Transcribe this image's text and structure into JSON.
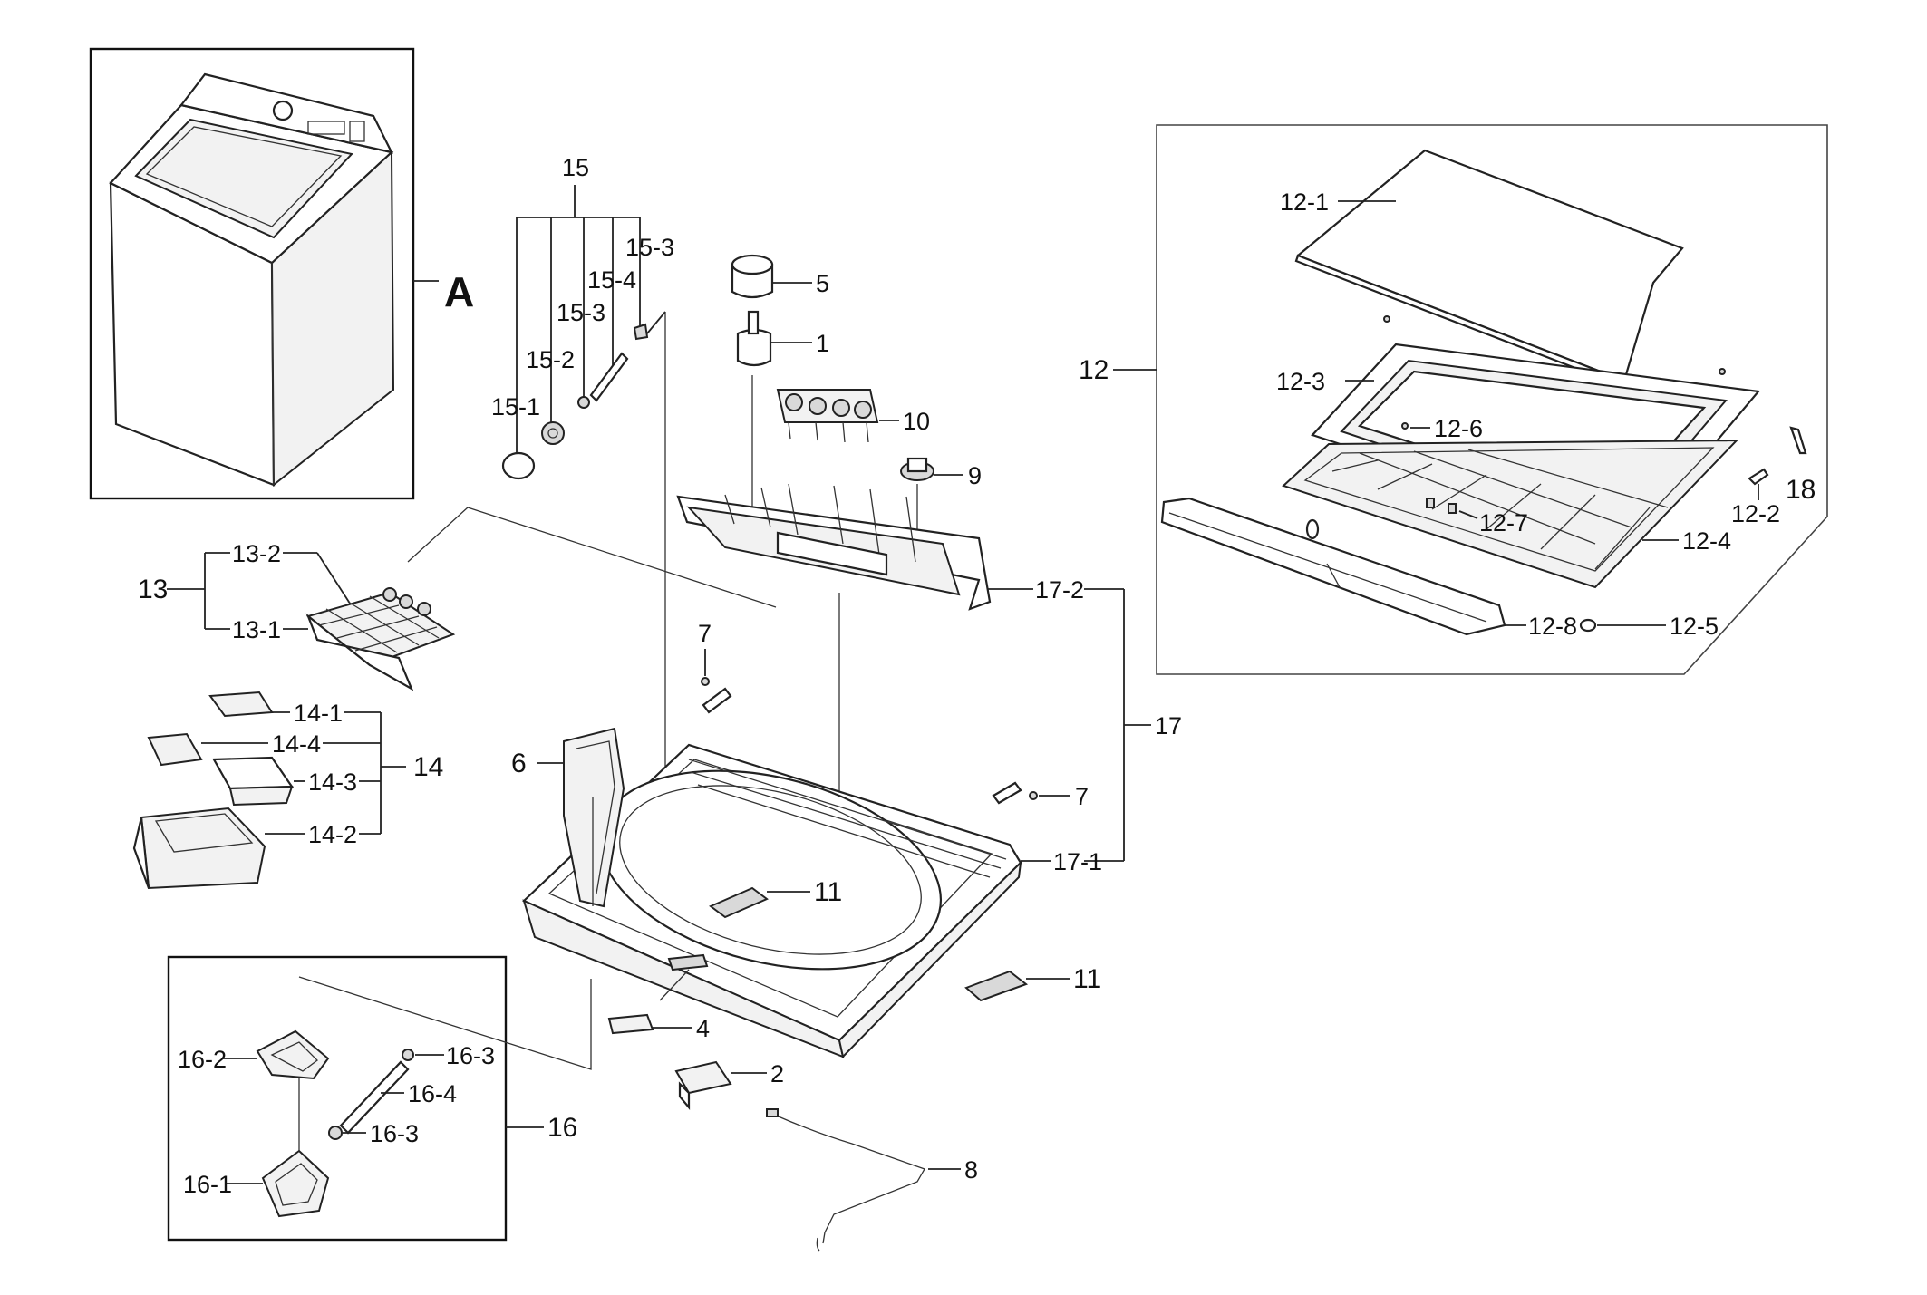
{
  "diagram": {
    "callouts": {
      "a": "A",
      "p1": "1",
      "p2": "2",
      "p4": "4",
      "p5": "5",
      "p6": "6",
      "p7a": "7",
      "p7b": "7",
      "p8": "8",
      "p9": "9",
      "p10": "10",
      "p11a": "11",
      "p11b": "11",
      "p12": "12",
      "p12_1": "12-1",
      "p12_2": "12-2",
      "p12_3": "12-3",
      "p12_4": "12-4",
      "p12_5": "12-5",
      "p12_6": "12-6",
      "p12_7": "12-7",
      "p12_8": "12-8",
      "p13": "13",
      "p13_1": "13-1",
      "p13_2": "13-2",
      "p14": "14",
      "p14_1": "14-1",
      "p14_2": "14-2",
      "p14_3": "14-3",
      "p14_4": "14-4",
      "p15": "15",
      "p15_1": "15-1",
      "p15_2": "15-2",
      "p15_3a": "15-3",
      "p15_3b": "15-3",
      "p15_4": "15-4",
      "p16": "16",
      "p16_1": "16-1",
      "p16_2": "16-2",
      "p16_3a": "16-3",
      "p16_3b": "16-3",
      "p16_4": "16-4",
      "p17": "17",
      "p17_1": "17-1",
      "p17_2": "17-2",
      "p18": "18"
    }
  }
}
